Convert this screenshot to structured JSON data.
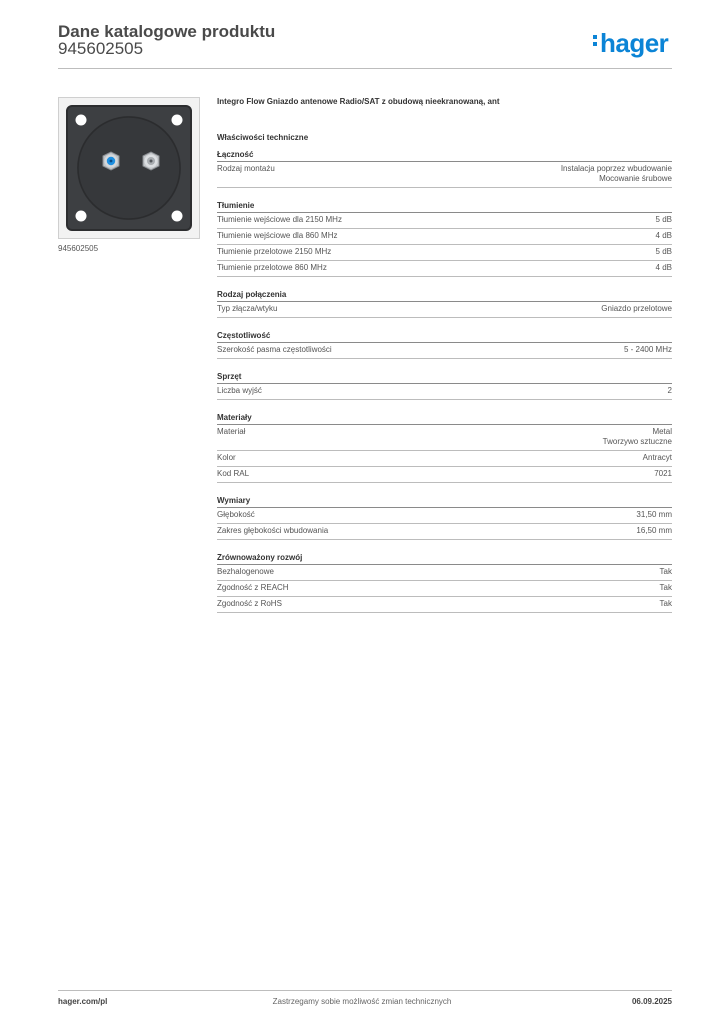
{
  "header": {
    "title": "Dane katalogowe produktu",
    "number": "945602505",
    "logo_text": "hager",
    "logo_color": "#0b84d6"
  },
  "photo": {
    "caption": "945602505"
  },
  "product": {
    "title": "Integro Flow Gniazdo antenowe Radio/SAT z obudową nieekranowaną, ant",
    "section_title": "Właściwości techniczne"
  },
  "groups": [
    {
      "title": "Łączność",
      "rows": [
        {
          "label": "Rodzaj montażu",
          "values": [
            "Instalacja poprzez wbudowanie",
            "Mocowanie śrubowe"
          ]
        }
      ]
    },
    {
      "title": "Tłumienie",
      "rows": [
        {
          "label": "Tłumienie wejściowe dla 2150 MHz",
          "values": [
            "5 dB"
          ]
        },
        {
          "label": "Tłumienie wejściowe dla 860 MHz",
          "values": [
            "4 dB"
          ]
        },
        {
          "label": "Tłumienie przelotowe 2150 MHz",
          "values": [
            "5 dB"
          ]
        },
        {
          "label": "Tłumienie przelotowe 860 MHz",
          "values": [
            "4 dB"
          ]
        }
      ]
    },
    {
      "title": "Rodzaj połączenia",
      "rows": [
        {
          "label": "Typ złącza/wtyku",
          "values": [
            "Gniazdo przelotowe"
          ]
        }
      ]
    },
    {
      "title": "Częstotliwość",
      "rows": [
        {
          "label": "Szerokość pasma częstotliwości",
          "values": [
            "5 - 2400 MHz"
          ]
        }
      ]
    },
    {
      "title": "Sprzęt",
      "rows": [
        {
          "label": "Liczba wyjść",
          "values": [
            "2"
          ]
        }
      ]
    },
    {
      "title": "Materiały",
      "rows": [
        {
          "label": "Materiał",
          "values": [
            "Metal",
            "Tworzywo sztuczne"
          ]
        },
        {
          "label": "Kolor",
          "values": [
            "Antracyt"
          ]
        },
        {
          "label": "Kod RAL",
          "values": [
            "7021"
          ]
        }
      ]
    },
    {
      "title": "Wymiary",
      "rows": [
        {
          "label": "Głębokość",
          "values": [
            "31,50 mm"
          ]
        },
        {
          "label": "Zakres głębokości wbudowania",
          "values": [
            "16,50 mm"
          ]
        }
      ]
    },
    {
      "title": "Zrównoważony rozwój",
      "rows": [
        {
          "label": "Bezhalogenowe",
          "values": [
            "Tak"
          ]
        },
        {
          "label": "Zgodność z REACH",
          "values": [
            "Tak"
          ]
        },
        {
          "label": "Zgodność z RoHS",
          "values": [
            "Tak"
          ]
        }
      ]
    }
  ],
  "footer": {
    "left": "hager.com/pl",
    "center": "Zastrzegamy sobie możliwość zmian technicznych",
    "right": "06.09.2025"
  }
}
